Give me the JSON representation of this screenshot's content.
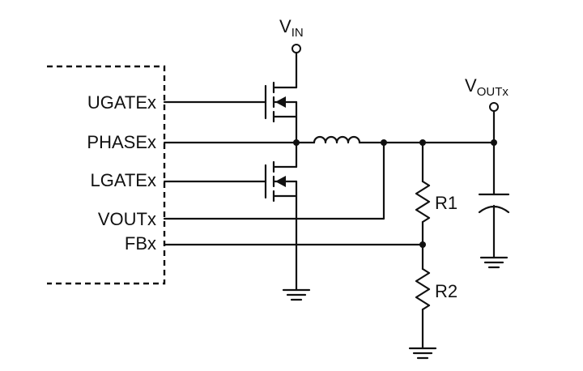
{
  "pins": {
    "ugate": "UGATEx",
    "phase": "PHASEx",
    "lgate": "LGATEx",
    "vout": "VOUTx",
    "fb": "FBx"
  },
  "supply": {
    "main": "V",
    "sub": "IN"
  },
  "output": {
    "main": "V",
    "sub": "OUTx"
  },
  "resistors": {
    "r1": "R1",
    "r2": "R2"
  }
}
